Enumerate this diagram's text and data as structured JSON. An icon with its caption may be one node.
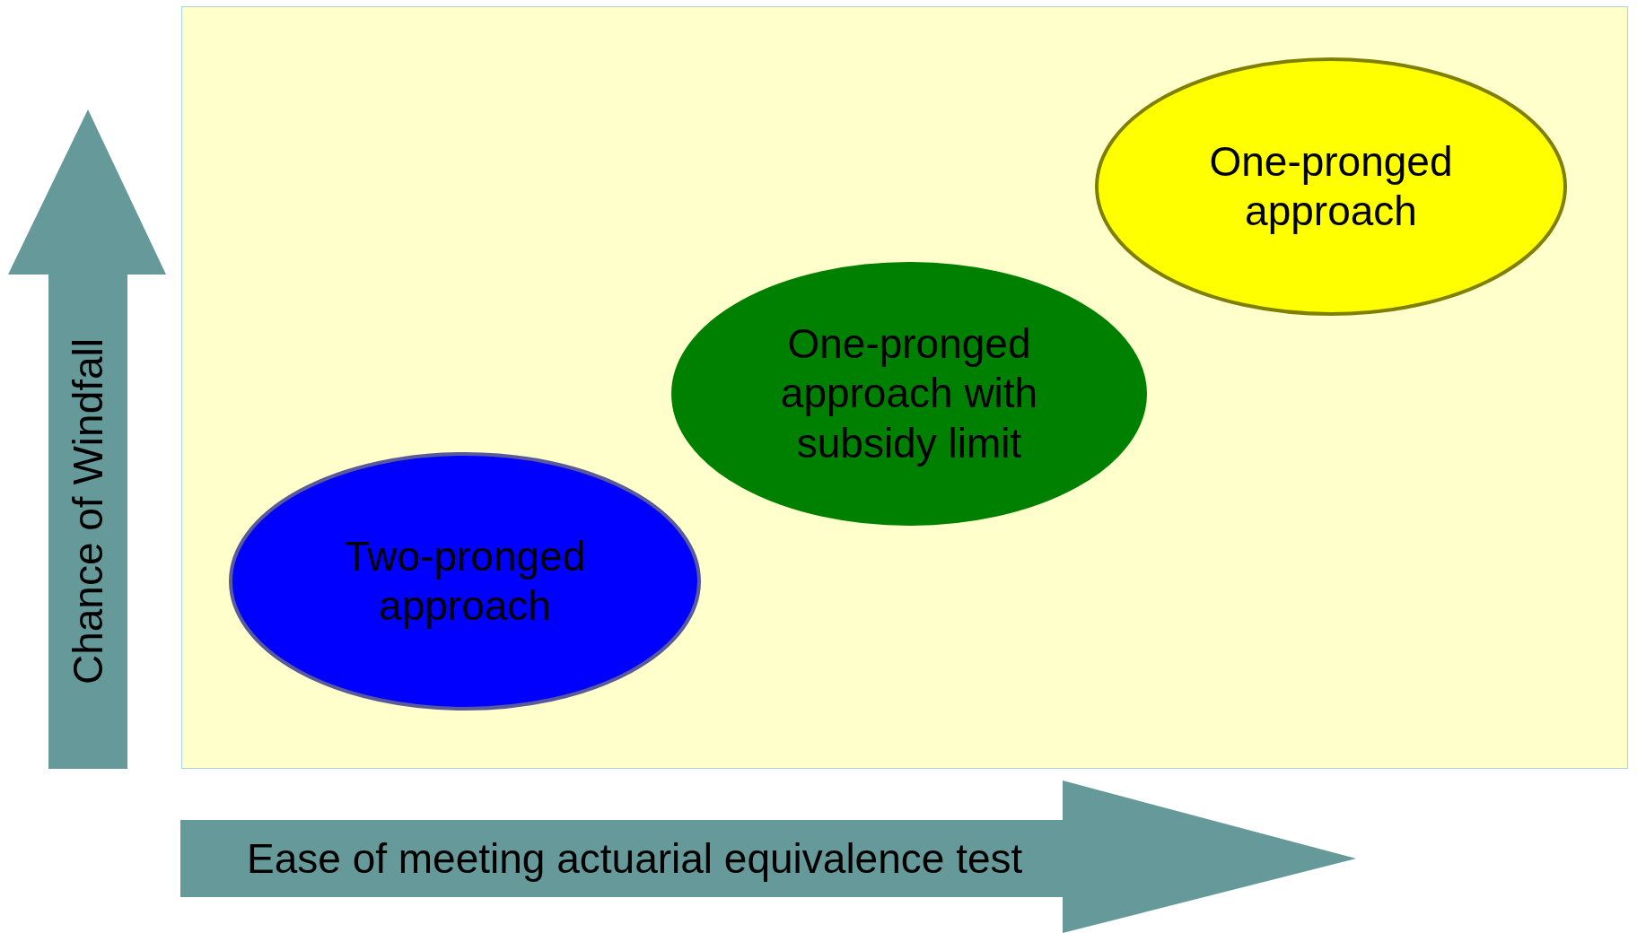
{
  "diagram": {
    "nodes": [
      {
        "text": [
          "Two-pronged approach"
        ]
      },
      {
        "text": [
          "One-pronged approach with subsidy limit"
        ]
      },
      {
        "text": [
          "One-pronged approach"
        ]
      }
    ],
    "edges": [],
    "labels": [
      "Chance of Windfall",
      "Ease of meeting actuarial equivalence test"
    ]
  }
}
